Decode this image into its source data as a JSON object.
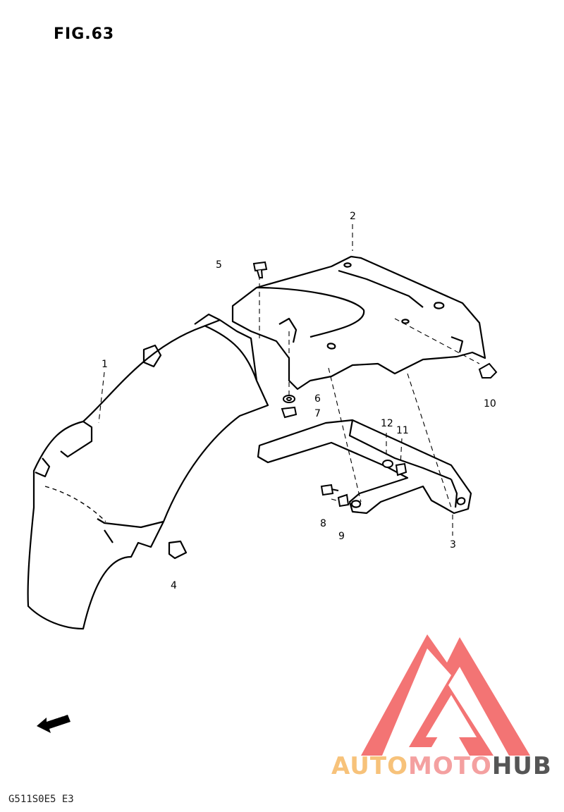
{
  "figure": {
    "title": "FIG.63"
  },
  "callouts": [
    "1",
    "2",
    "3",
    "4",
    "5",
    "6",
    "7",
    "8",
    "9",
    "10",
    "11",
    "12"
  ],
  "direction_label": "FWD",
  "drawing_code": "G511S0E5 E3",
  "watermark": {
    "word_1": "AUTO",
    "word_2": "MOTO",
    "word_3": "HUB",
    "color_1": "#f7c27a",
    "color_2": "#f4a0a0",
    "color_3": "#555555",
    "logo_color": "#f25c5c"
  }
}
